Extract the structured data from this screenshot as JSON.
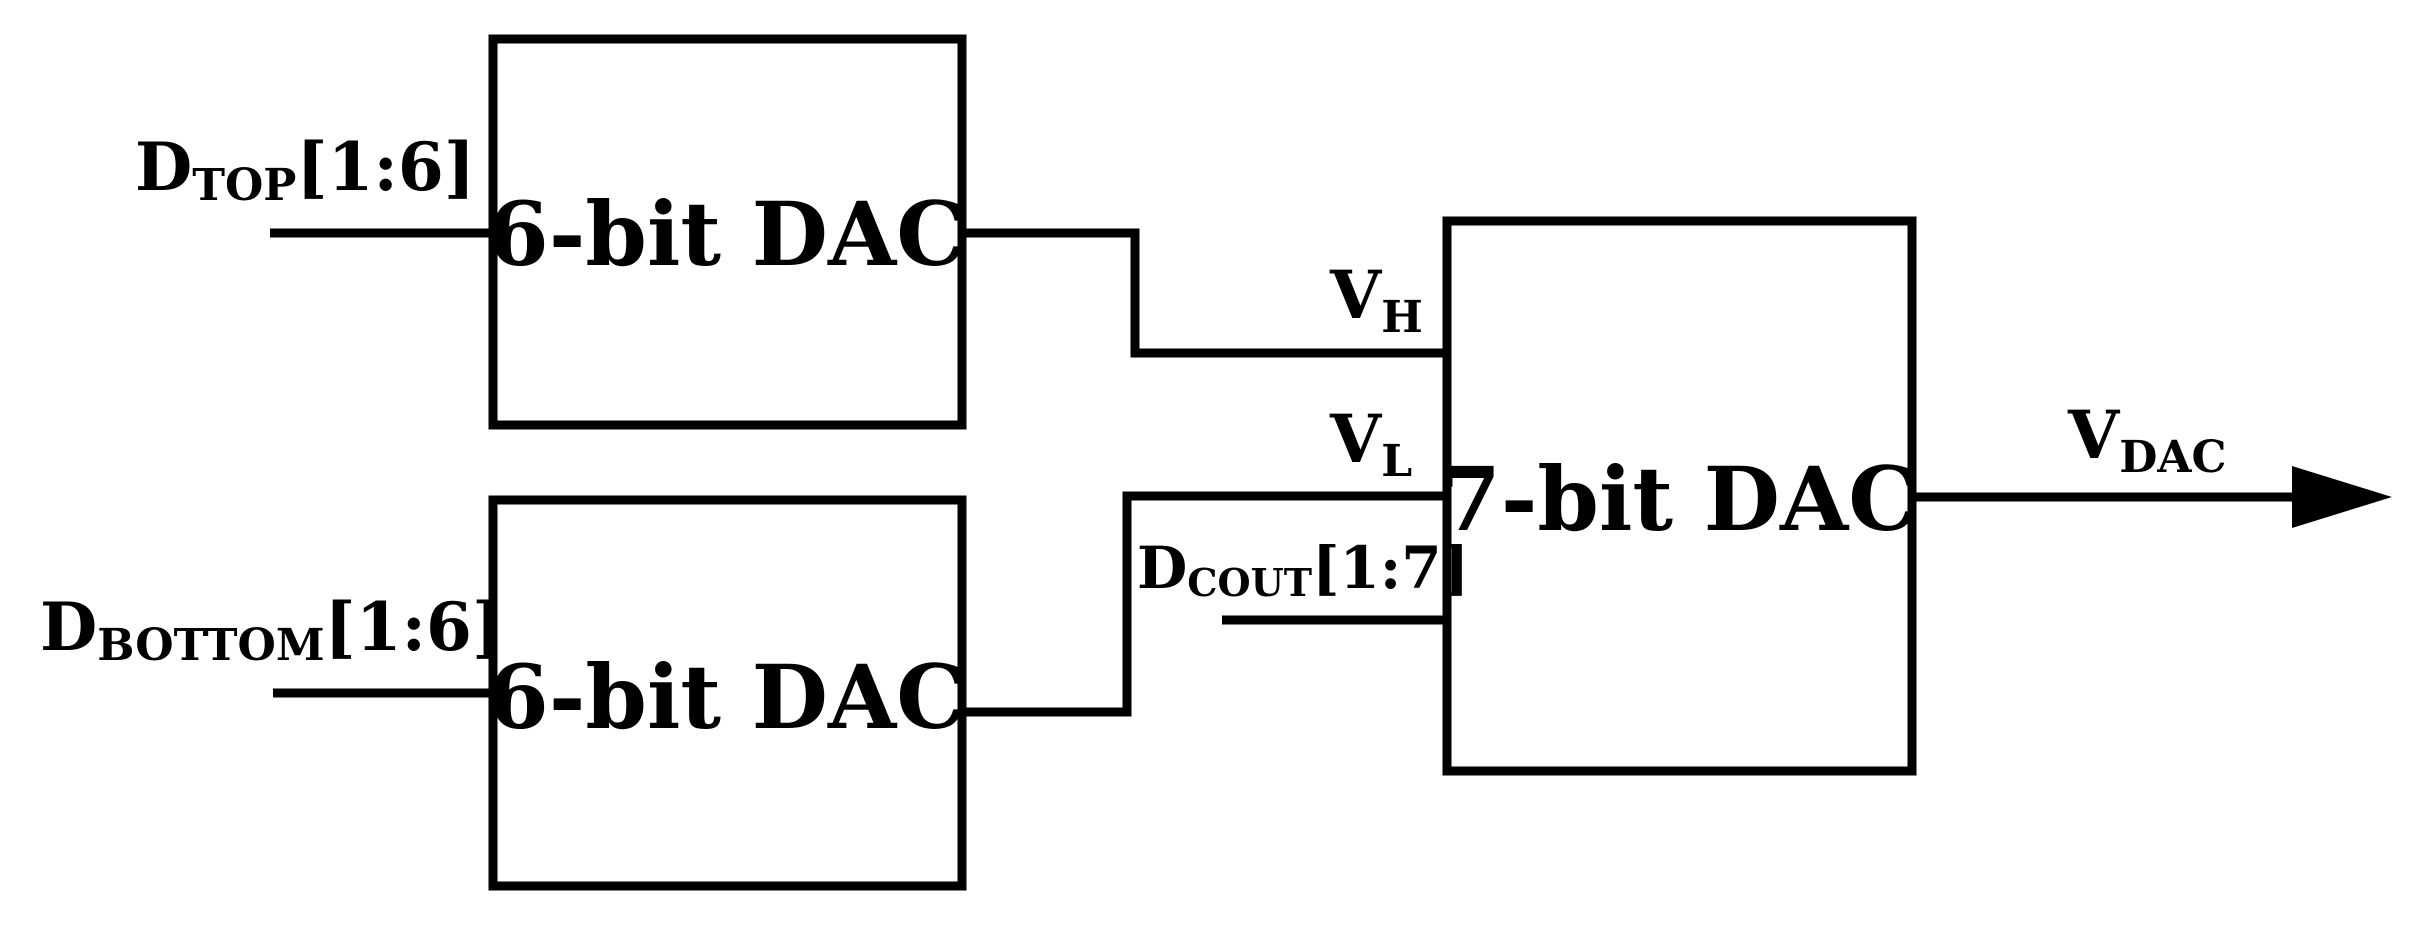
{
  "blocks": {
    "top_dac": "6-bit DAC",
    "bottom_dac": "6-bit DAC",
    "main_dac": "7-bit DAC"
  },
  "signals": {
    "d_top": {
      "main": "D",
      "sub": "TOP",
      "suffix": "[1:6]"
    },
    "d_bottom": {
      "main": "D",
      "sub": "BOTTOM",
      "suffix": "[1:6]"
    },
    "v_h": {
      "main": "V",
      "sub": "H"
    },
    "v_l": {
      "main": "V",
      "sub": "L"
    },
    "d_cout": {
      "main": "D",
      "sub": "COUT",
      "suffix": "[1:7]"
    },
    "v_dac": {
      "main": "V",
      "sub": "DAC"
    }
  }
}
